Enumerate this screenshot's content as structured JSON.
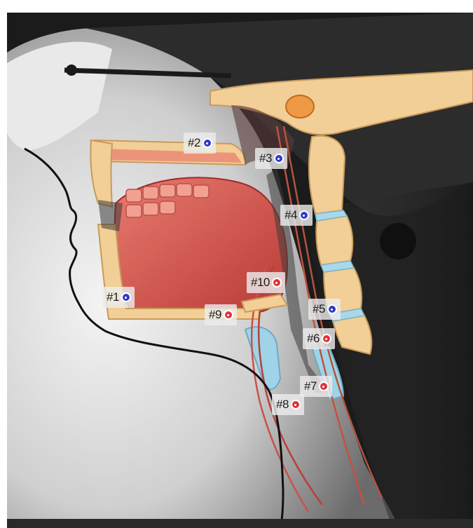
{
  "colors": {
    "blue_marker": "#2f3cc9",
    "red_marker": "#e0333a",
    "bone": "#f2cf96",
    "muscle": "#d8504a",
    "airway": "#9fd4e8",
    "background": "#1b1b1b"
  },
  "markers": [
    {
      "label": "#1",
      "color": "blue"
    },
    {
      "label": "#2",
      "color": "blue"
    },
    {
      "label": "#3",
      "color": "blue"
    },
    {
      "label": "#4",
      "color": "blue"
    },
    {
      "label": "#5",
      "color": "blue"
    },
    {
      "label": "#6",
      "color": "red"
    },
    {
      "label": "#7",
      "color": "red"
    },
    {
      "label": "#8",
      "color": "red"
    },
    {
      "label": "#9",
      "color": "red"
    },
    {
      "label": "#10",
      "color": "red"
    }
  ]
}
